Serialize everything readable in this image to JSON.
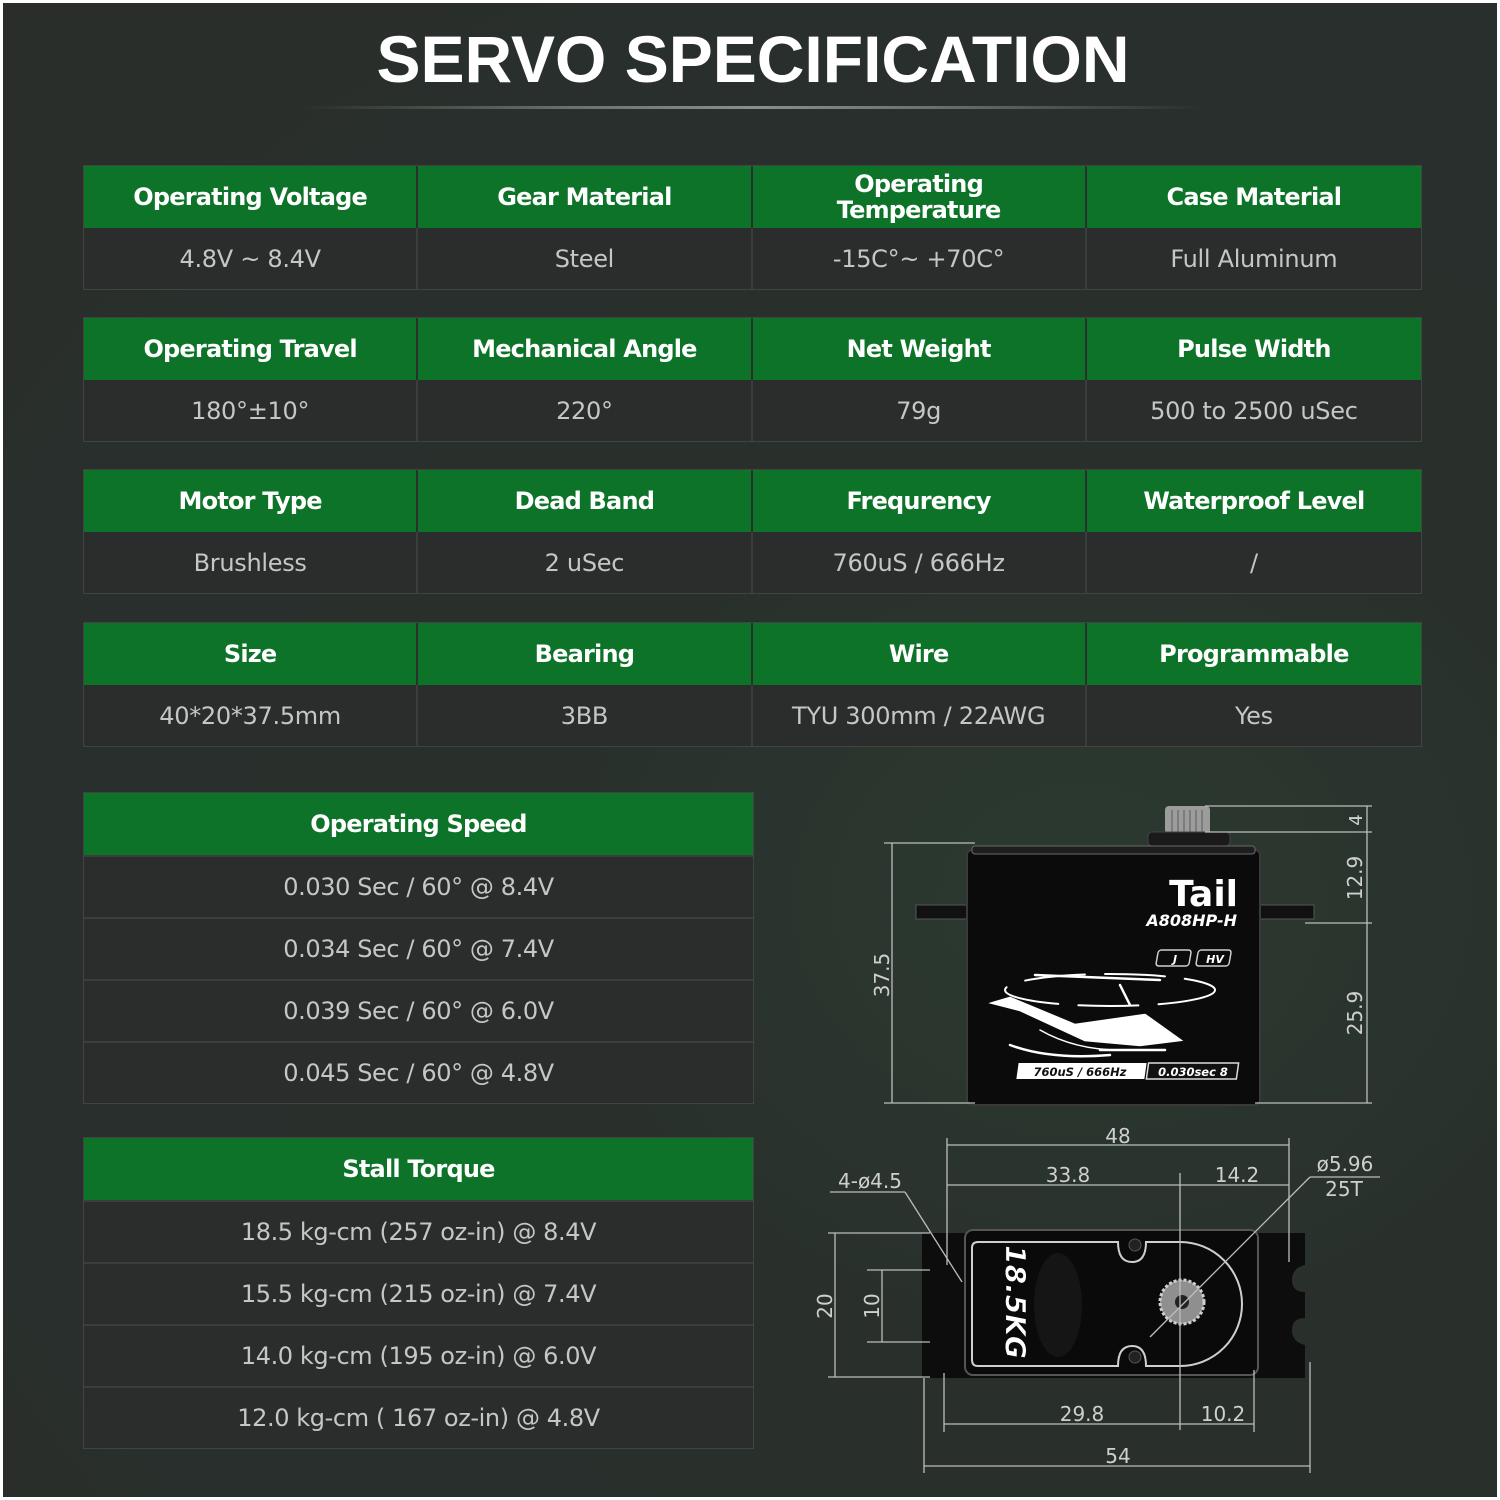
{
  "title": "SERVO SPECIFICATION",
  "spec_tables": [
    {
      "headers": [
        "Operating Voltage",
        "Gear Material",
        "Operating Temperature",
        "Case Material"
      ],
      "values": [
        "4.8V ~ 8.4V",
        "Steel",
        "-15C°~ +70C°",
        "Full Aluminum"
      ]
    },
    {
      "headers": [
        "Operating Travel",
        "Mechanical Angle",
        "Net Weight",
        "Pulse Width"
      ],
      "values": [
        "180°±10°",
        "220°",
        "79g",
        "500 to 2500 uSec"
      ]
    },
    {
      "headers": [
        "Motor Type",
        "Dead Band",
        "Frequrency",
        "Waterproof Level"
      ],
      "values": [
        "Brushless",
        "2 uSec",
        "760uS / 666Hz",
        "/"
      ]
    },
    {
      "headers": [
        "Size",
        "Bearing",
        "Wire",
        "Programmable"
      ],
      "values": [
        "40*20*37.5mm",
        "3BB",
        "TYU 300mm / 22AWG",
        "Yes"
      ]
    }
  ],
  "operating_speed": {
    "header": "Operating Speed",
    "rows": [
      "0.030 Sec / 60° @ 8.4V",
      "0.034 Sec / 60° @ 7.4V",
      "0.039 Sec / 60° @ 6.0V",
      "0.045 Sec / 60° @ 4.8V"
    ]
  },
  "stall_torque": {
    "header": "Stall Torque",
    "rows": [
      "18.5 kg-cm (257 oz-in) @ 8.4V",
      "15.5 kg-cm (215 oz-in) @ 7.4V",
      "14.0 kg-cm (195 oz-in) @ 6.0V",
      "12.0 kg-cm ( 167 oz-in) @ 4.8V"
    ]
  },
  "side_view": {
    "brand": "Tail",
    "model": "A808HP-H",
    "badge_left": "J",
    "badge_right": "HV",
    "label_freq": "760uS / 666Hz",
    "label_speed": "0.030sec 8",
    "dim_total_height": "37.5",
    "dim_spline": "4",
    "dim_upper": "12.9",
    "dim_lower": "25.9"
  },
  "top_view": {
    "torque_label": "18.5KG",
    "dim_hole_span": "48",
    "dim_left": "33.8",
    "dim_right": "14.2",
    "dim_holes": "4-ø4.5",
    "dim_spline": "ø5.96",
    "dim_teeth": "25T",
    "dim_width": "20",
    "dim_hole_pitch": "10",
    "dim_body_left": "29.8",
    "dim_body_right": "10.2",
    "dim_overall": "54"
  },
  "colors": {
    "background": "#292e2b",
    "header_green": "#0d7328",
    "cell_bg": "#2a2d2b",
    "value_text": "#c6c6c6",
    "title_text": "#ffffff"
  }
}
